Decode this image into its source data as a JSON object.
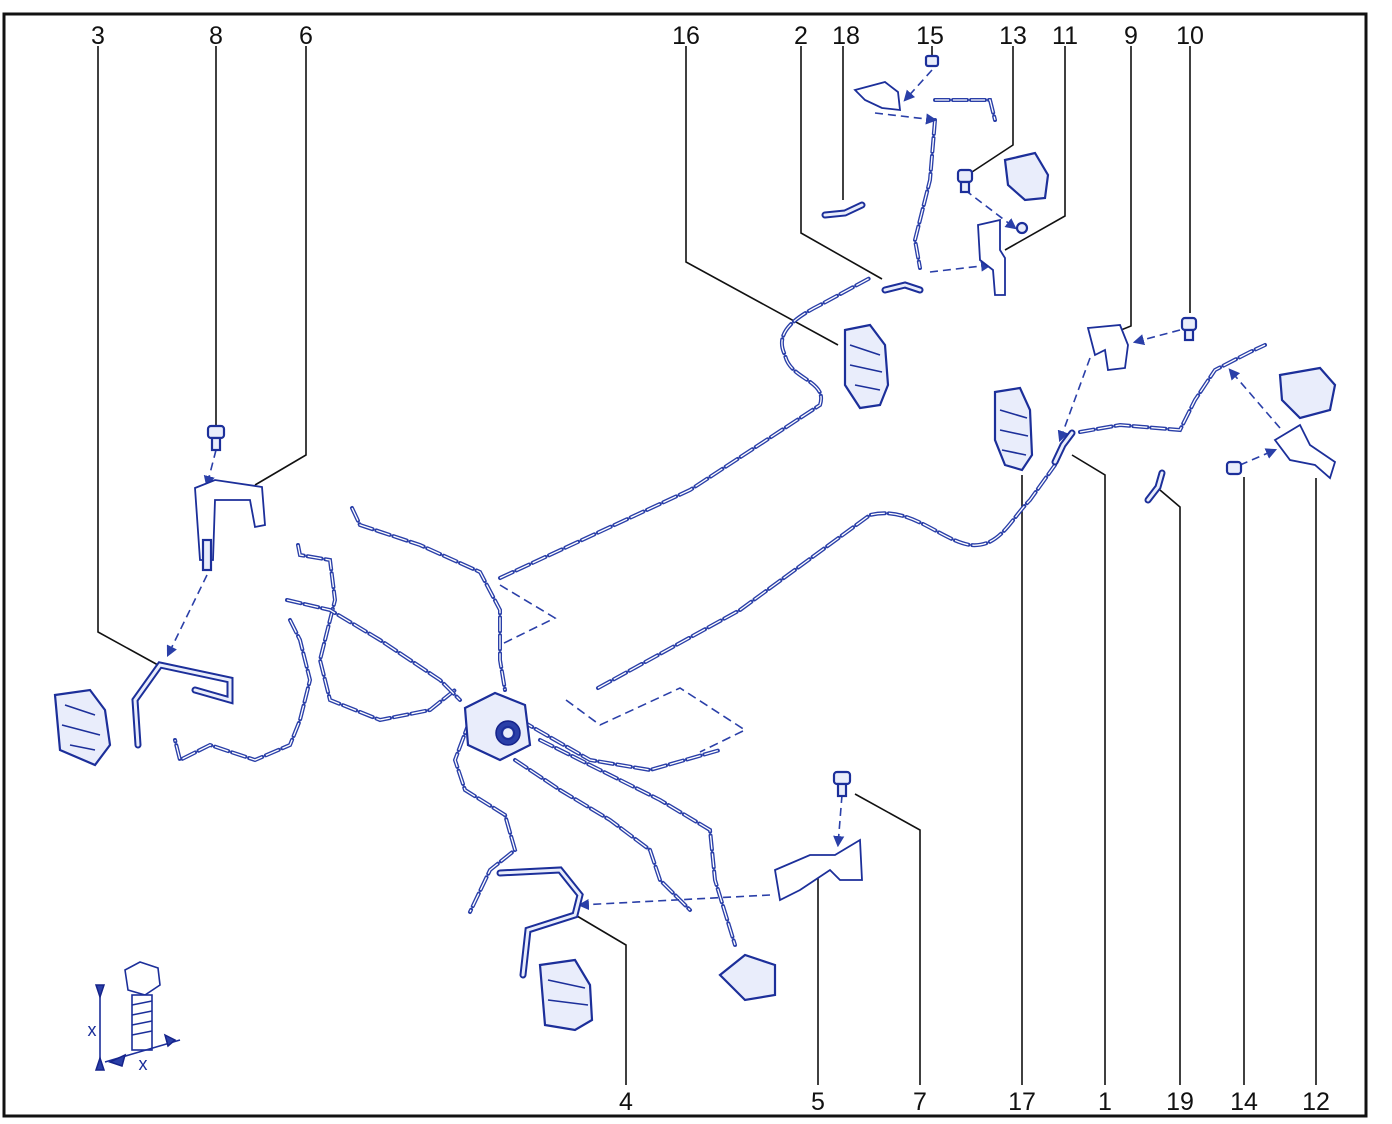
{
  "labels_top": [
    "3",
    "8",
    "6",
    "16",
    "2",
    "18",
    "15",
    "13",
    "11",
    "9",
    "10"
  ],
  "labels_bottom": [
    "4",
    "5",
    "7",
    "17",
    "1",
    "19",
    "14",
    "12"
  ],
  "inset": {
    "dimension_label": "x"
  },
  "colors": {
    "line_art": "#2a3fa8",
    "frame": "#111111"
  }
}
